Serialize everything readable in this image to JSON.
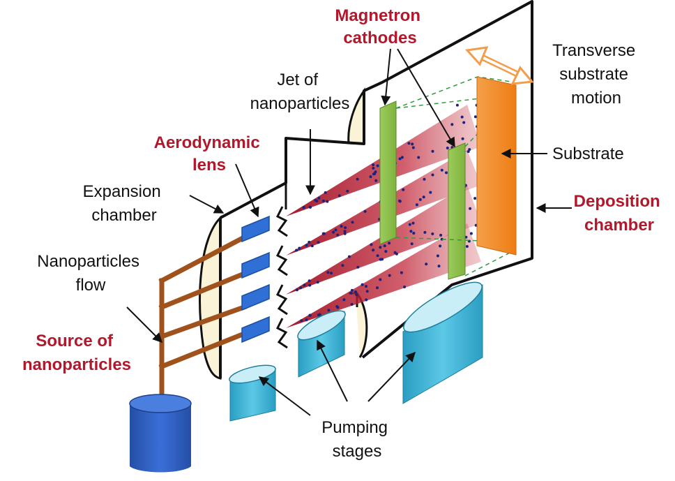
{
  "labels": {
    "magnetron_cathodes": [
      "Magnetron",
      "cathodes"
    ],
    "transverse_motion": [
      "Transverse",
      "substrate",
      "motion"
    ],
    "jet": [
      "Jet of",
      "nanoparticles"
    ],
    "aerodynamic_lens": [
      "Aerodynamic",
      "lens"
    ],
    "expansion_chamber": [
      "Expansion",
      "chamber"
    ],
    "nanoparticles_flow": [
      "Nanoparticles",
      "flow"
    ],
    "source": [
      "Source of",
      "nanoparticles"
    ],
    "substrate": [
      "Substrate"
    ],
    "deposition_chamber": [
      "Deposition",
      "chamber"
    ],
    "pumping_stages": [
      "Pumping",
      "stages"
    ]
  },
  "colors": {
    "label_red": "#b2182b",
    "label_black": "#111111",
    "pipe": "#a0521d",
    "lens": "#2f6fd6",
    "cathode": "#8bc34a",
    "substrate": "#f28a1e",
    "jet": "#b0182a",
    "pump": "#41b7d9",
    "source_cylinder": "#2d5fc4",
    "motion_arrow": "#f39c4a"
  }
}
